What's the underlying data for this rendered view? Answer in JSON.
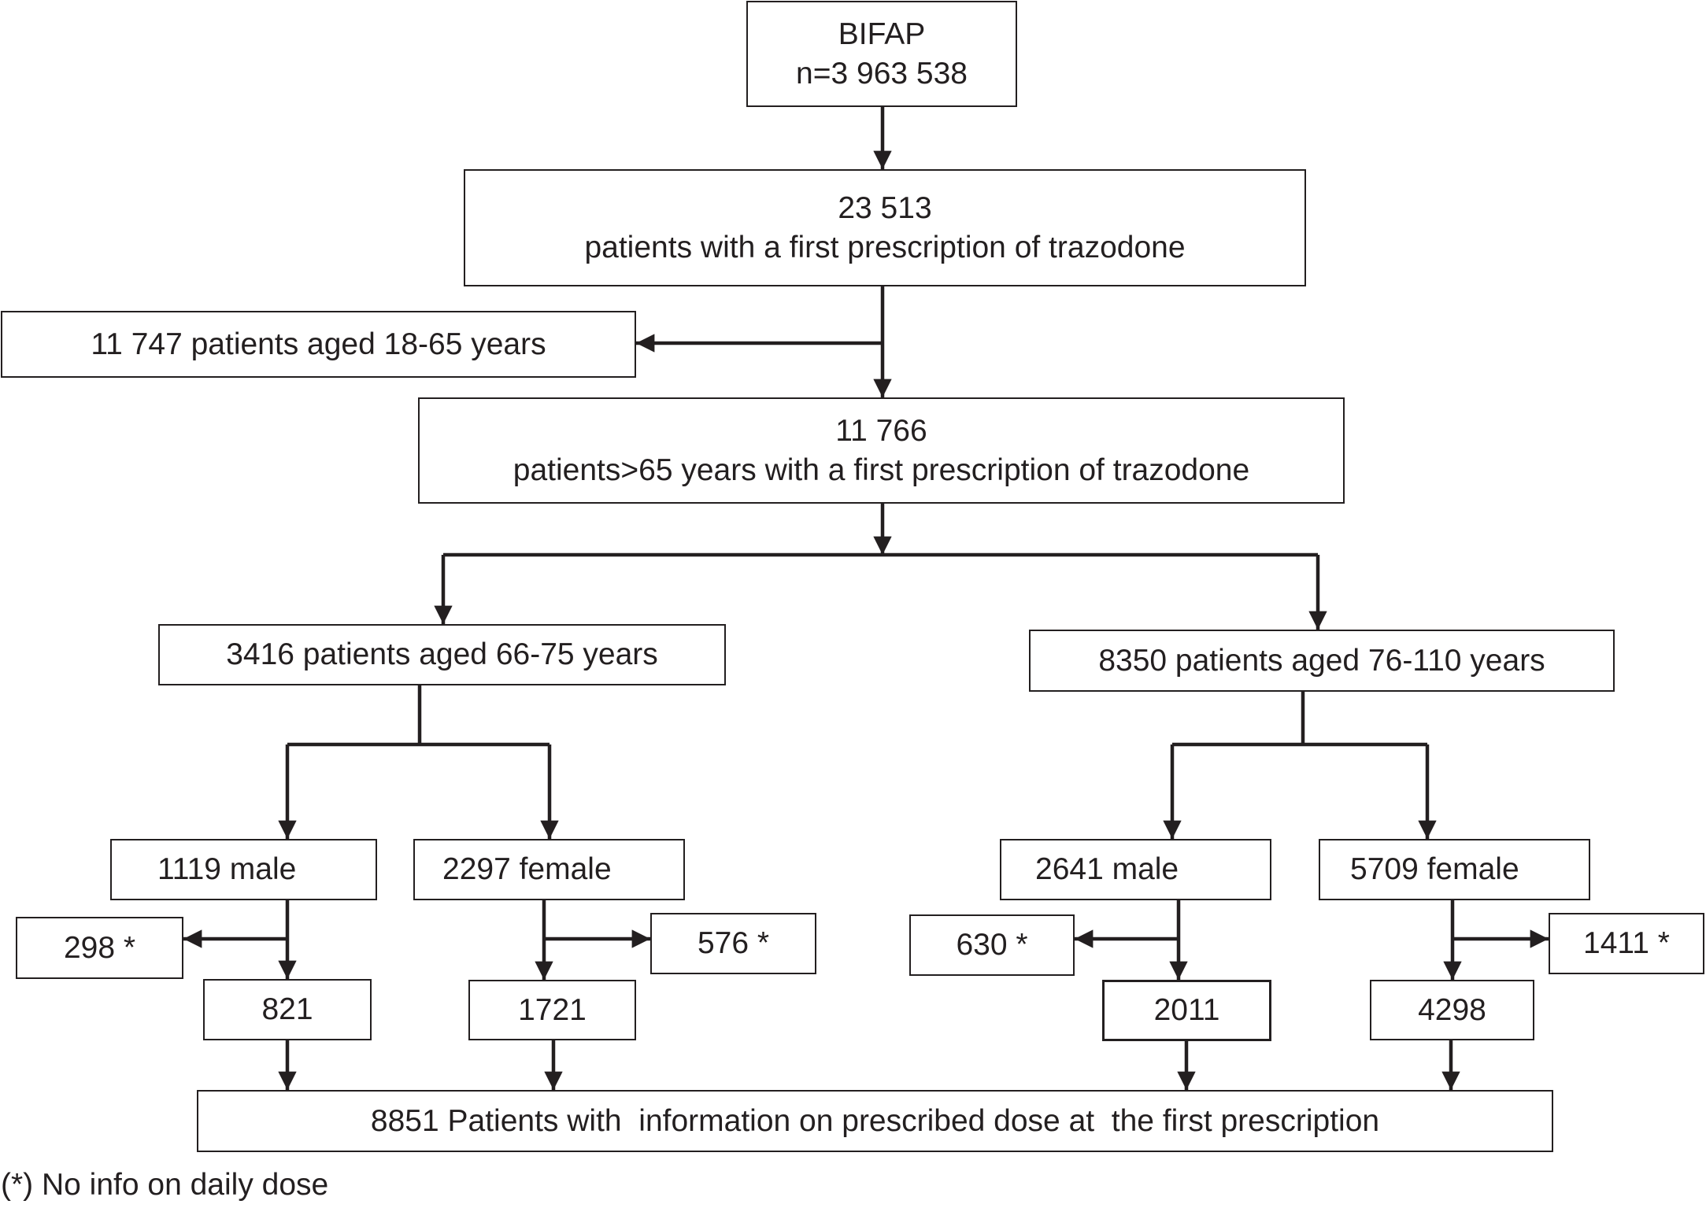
{
  "nodes": {
    "bifap": {
      "line1": "BIFAP",
      "line2": "n=3 963 538"
    },
    "first_rx": {
      "line1": "23 513",
      "line2": "patients with a first prescription of trazodone"
    },
    "aged_18_65": {
      "label": "11 747 patients aged 18-65 years"
    },
    "over_65": {
      "line1": "11 766",
      "line2": "patients>65 years with a first prescription of trazodone"
    },
    "aged_66_75": {
      "label": "3416 patients aged 66-75 years"
    },
    "aged_76_110": {
      "label": "8350 patients aged 76-110 years"
    },
    "male_66_75": {
      "label": "1119 male"
    },
    "female_66_75": {
      "label": "2297 female"
    },
    "male_76_110": {
      "label": "2641 male"
    },
    "female_76_110": {
      "label": "5709 female"
    },
    "excl_male_66_75": {
      "label": "298 *"
    },
    "excl_female_66_75": {
      "label": "576 *"
    },
    "excl_male_76_110": {
      "label": "630 *"
    },
    "excl_female_76_110": {
      "label": "1411 *"
    },
    "incl_male_66_75": {
      "label": "821"
    },
    "incl_female_66_75": {
      "label": "1721"
    },
    "incl_male_76_110": {
      "label": "2011"
    },
    "incl_female_76_110": {
      "label": "4298"
    },
    "final": {
      "label": "8851 Patients with  information on prescribed dose at  the first prescription"
    }
  },
  "footnote": "(*) No info on daily dose"
}
